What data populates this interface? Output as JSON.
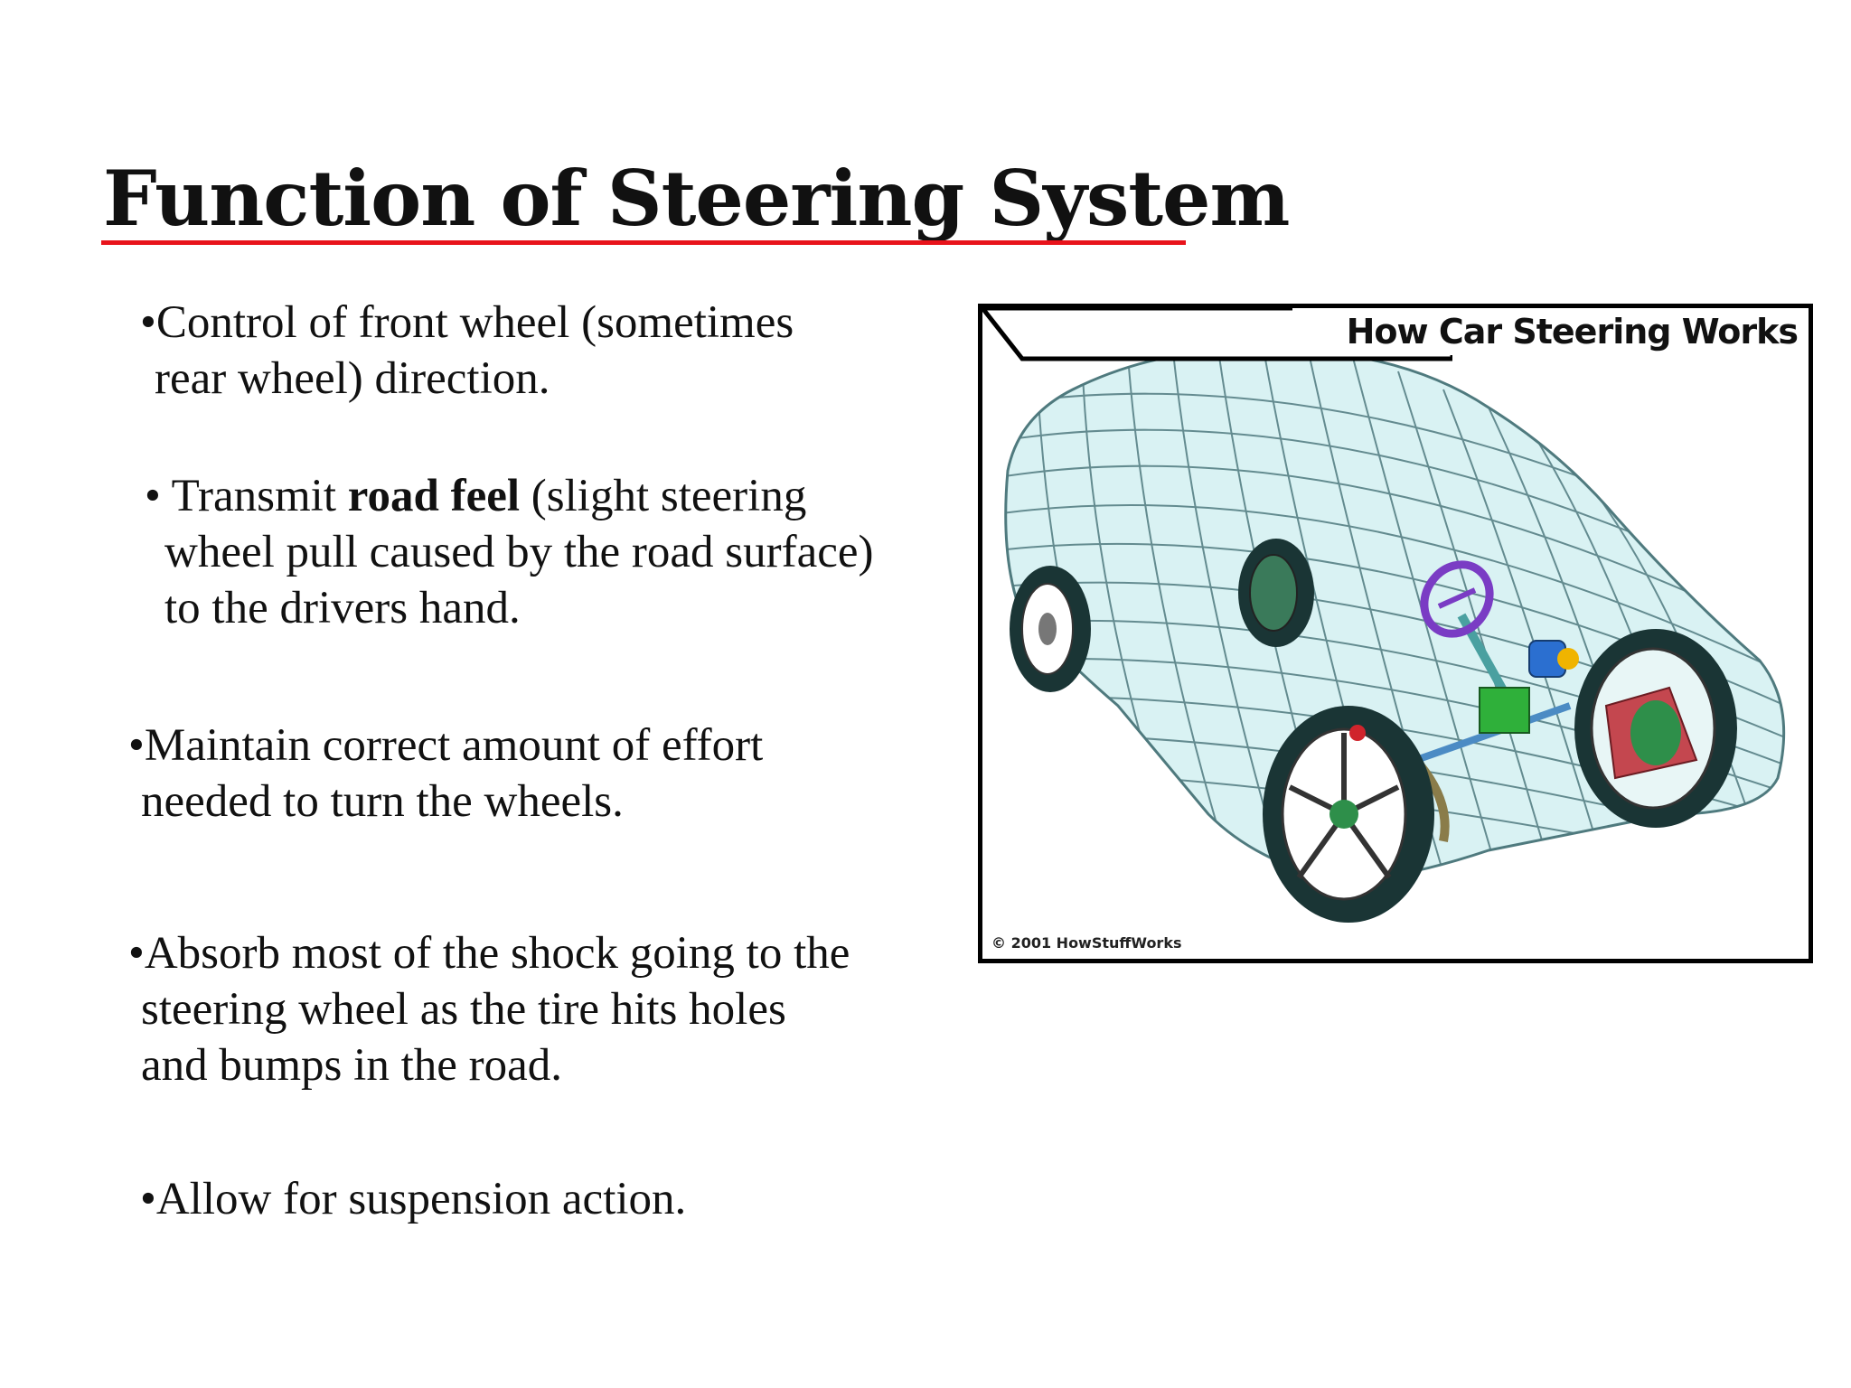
{
  "slide": {
    "title": "Function of Steering System",
    "bullets": [
      {
        "lines": [
          "•Control of front wheel (sometimes",
          "rear wheel) direction."
        ]
      },
      {
        "line1_prefix": "• Transmit ",
        "line1_bold": "road feel",
        "line1_suffix": " (slight steering",
        "line2": "wheel pull caused by the road surface)",
        "line3": "to the drivers hand."
      },
      {
        "lines": [
          "•Maintain correct amount of effort",
          "needed to turn the wheels."
        ]
      },
      {
        "lines": [
          "•Absorb most of the shock going to the",
          "steering wheel as the tire hits holes",
          "and bumps in the road."
        ]
      },
      {
        "lines": [
          "•Allow for suspension action."
        ]
      }
    ],
    "figure": {
      "title": "How Car Steering Works",
      "credit": "© 2001 HowStuffWorks"
    },
    "colors": {
      "title_underline": "#e8131b",
      "car_body": "#d9f2f3",
      "car_mesh": "#4f7a7e",
      "tire": "#1a3535",
      "steering_wheel": "#7a3cc4"
    }
  }
}
